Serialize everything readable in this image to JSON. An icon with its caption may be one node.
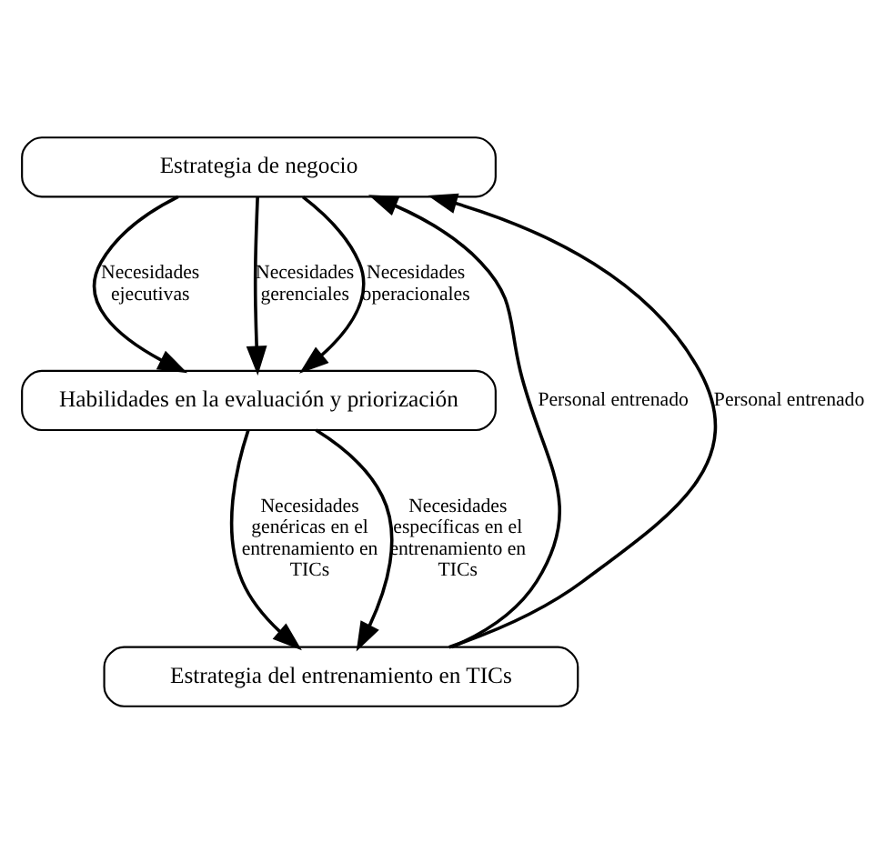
{
  "diagram": {
    "nodes": [
      {
        "text": [
          "Estrategia de negocio"
        ]
      },
      {
        "text": [
          "Habilidades en la evaluación y priorización"
        ]
      },
      {
        "text": [
          "Estrategia del entrenamiento en TICs"
        ]
      }
    ],
    "edges": [
      {
        "from": 2,
        "to": 0,
        "arrow": "to",
        "label": "Personal entrenado"
      },
      {
        "from": 0,
        "to": 1,
        "arrow": "to",
        "label": "Necesidades ejecutivas"
      },
      {
        "from": 0,
        "to": 1,
        "arrow": "to",
        "label": "Necesidades gerenciales"
      },
      {
        "from": 0,
        "to": 1,
        "arrow": "to",
        "label": "Necesidades operacionales"
      },
      {
        "from": 1,
        "to": 2,
        "arrow": "to",
        "label": "Necesidades genéricas en el entrenamiento en TICs"
      },
      {
        "from": 1,
        "to": 2,
        "arrow": "to",
        "label": "Necesidades específicas en el entrenamiento en TICs"
      },
      {
        "from": 2,
        "to": 0,
        "arrow": "to",
        "label": "Personal entrenado"
      }
    ]
  }
}
